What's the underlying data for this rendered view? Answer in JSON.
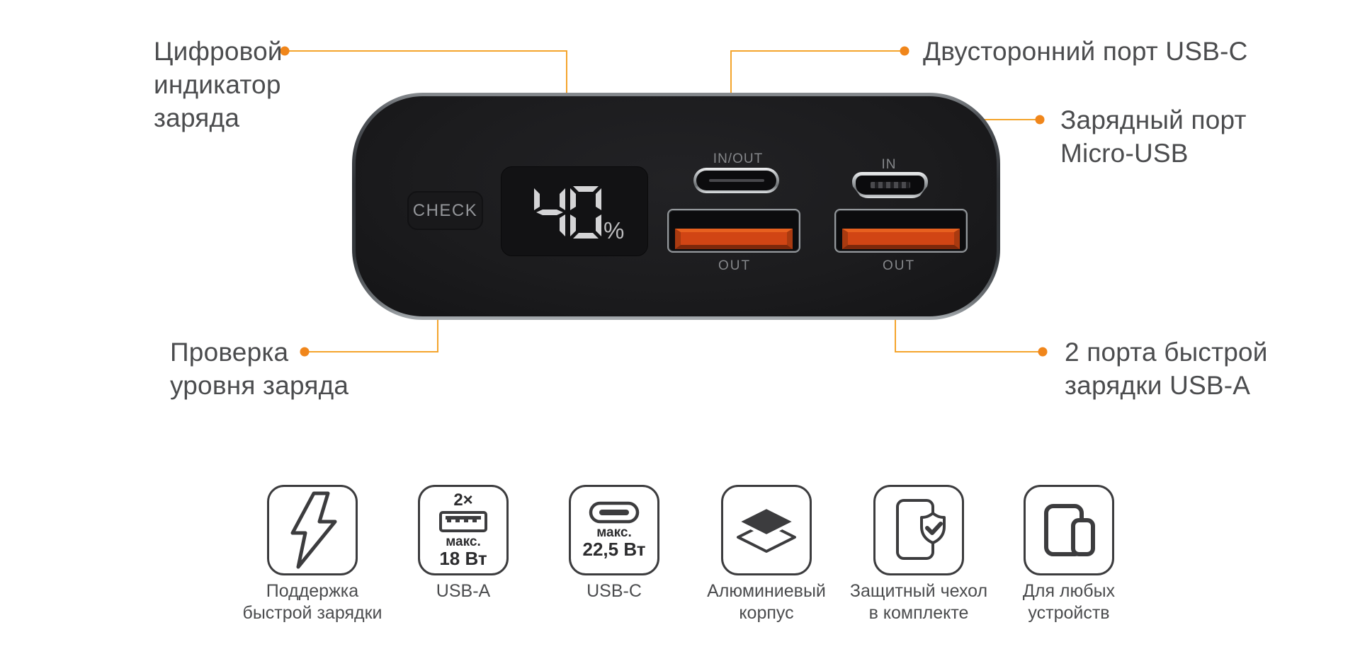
{
  "callouts": {
    "display_indicator": {
      "line1": "Цифровой",
      "line2": "индикатор",
      "line3": "заряда"
    },
    "usb_c_port": {
      "line1": "Двусторонний порт USB-C"
    },
    "micro_usb_port": {
      "line1": "Зарядный порт",
      "line2": "Micro-USB"
    },
    "check_level": {
      "line1": "Проверка",
      "line2": "уровня заряда"
    },
    "usb_a_ports": {
      "line1": "2 порта быстрой",
      "line2": "зарядки USB-A"
    }
  },
  "device": {
    "check_button_label": "CHECK",
    "battery_percent": "40",
    "percent_sign": "%",
    "usb_c_label": "IN/OUT",
    "micro_usb_label": "IN",
    "usb_a1_label": "OUT",
    "usb_a2_label": "OUT"
  },
  "features": [
    {
      "icon": "lightning-icon",
      "line1": "Поддержка",
      "line2": "быстрой зарядки"
    },
    {
      "icon": "usb-a-icon",
      "badge": "2×",
      "max_label": "макс.",
      "power": "18 Вт",
      "line1": "USB-A",
      "line2": ""
    },
    {
      "icon": "usb-c-icon",
      "max_label": "макс.",
      "power": "22,5 Вт",
      "line1": "USB-C",
      "line2": ""
    },
    {
      "icon": "layers-icon",
      "line1": "Алюминиевый",
      "line2": "корпус"
    },
    {
      "icon": "case-shield-icon",
      "line1": "Защитный чехол",
      "line2": "в комплекте"
    },
    {
      "icon": "devices-icon",
      "line1": "Для любых",
      "line2": "устройств"
    }
  ],
  "colors": {
    "accent_line": "#F4A42C",
    "accent_dot": "#F0861B",
    "body_black": "#1B1B1D",
    "usb_a_orange": "#D14514",
    "label_gray": "#4B4C4E"
  }
}
